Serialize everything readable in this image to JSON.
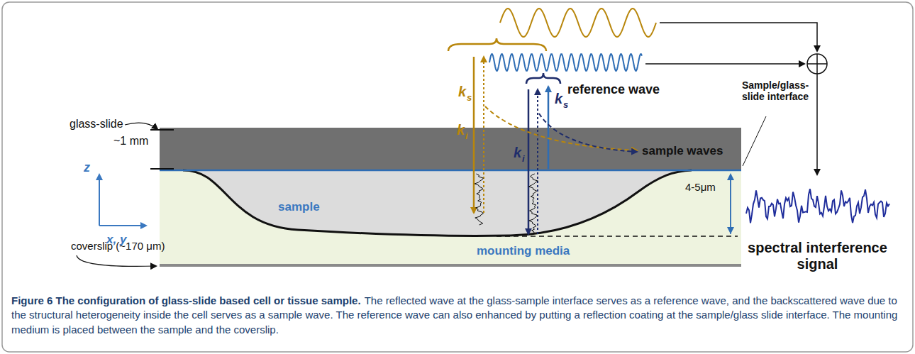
{
  "diagram": {
    "title": "Figure 6 The configuration of glass-slide based cell or tissue sample.",
    "caption": "The reflected wave at the glass-sample interface serves as a reference wave, and the backscattered wave due to the structural heterogeneity inside the cell serves as a sample wave. The reference wave can also enhanced by putting a reflection coating at the sample/glass slide interface. The mounting medium is placed between the sample and the coverslip.",
    "labels": [
      "glass-slide",
      "~1 mm",
      "k",
      "s",
      "k",
      "i",
      "k",
      "i",
      "k",
      "s",
      "reference wave",
      "Sample/glass-slide interface",
      "sample waves",
      "z",
      "x, y",
      "sample",
      "mounting media",
      "4-5μm",
      "coverslip (~170 μm)",
      "spectral interference signal"
    ]
  }
}
